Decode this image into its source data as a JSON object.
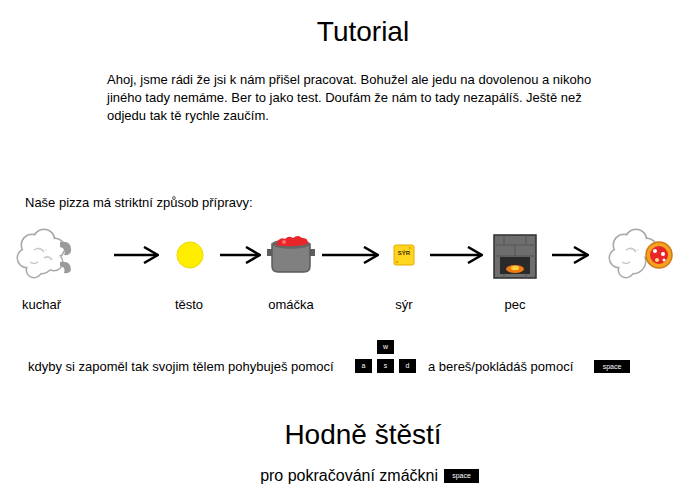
{
  "diagram": {
    "title": "Tutorial",
    "nodes": [
      {
        "text": [
          "kuchař"
        ]
      },
      {
        "text": [
          "těsto"
        ]
      },
      {
        "text": [
          "omáčka"
        ]
      },
      {
        "text": [
          "SÝR",
          "sýr"
        ]
      },
      {
        "text": [
          "pec"
        ]
      },
      {
        "text": [
          "w"
        ]
      },
      {
        "text": [
          "a"
        ]
      },
      {
        "text": [
          "s"
        ]
      },
      {
        "text": [
          "d"
        ]
      },
      {
        "text": [
          "space"
        ]
      },
      {
        "text": [
          "space"
        ]
      }
    ],
    "edges": [
      {
        "from": 0,
        "to": 1,
        "arrow": "to"
      },
      {
        "from": 1,
        "to": 2,
        "arrow": "to"
      },
      {
        "from": 2,
        "to": 3,
        "arrow": "to"
      },
      {
        "from": 3,
        "to": 4,
        "arrow": "to"
      }
    ],
    "labels": [
      "Ahoj, jsme rádi že jsi k nám přišel pracovat. Bohužel ale jedu na dovolenou a nikoho jiného tady nemáme. Ber to jako test. Doufám že nám to tady nezapálíš. Ještě než odjedu tak tě rychle zaučím.",
      "Naše pizza má striktní způsob přípravy:",
      "kdyby si zapoměl tak svojim tělem pohybuješ pomocí",
      "a bereš/pokládáš pomocí",
      "Hodně štěstí",
      "pro pokračování zmáčkni"
    ]
  }
}
